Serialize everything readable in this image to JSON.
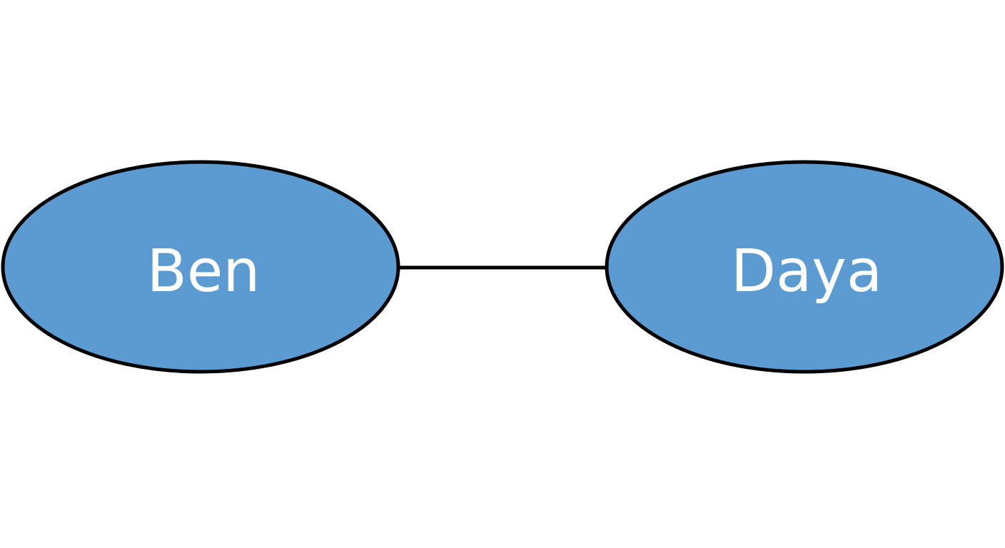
{
  "diagram": {
    "nodes": [
      {
        "id": "ben",
        "label": "Ben"
      },
      {
        "id": "daya",
        "label": "Daya"
      }
    ],
    "edges": [
      {
        "from": "ben",
        "to": "daya"
      }
    ],
    "colors": {
      "node_fill": "#5b9bd1",
      "node_stroke": "#000000",
      "edge_stroke": "#000000",
      "label_text": "#ffffff",
      "background": "#ffffff"
    }
  }
}
